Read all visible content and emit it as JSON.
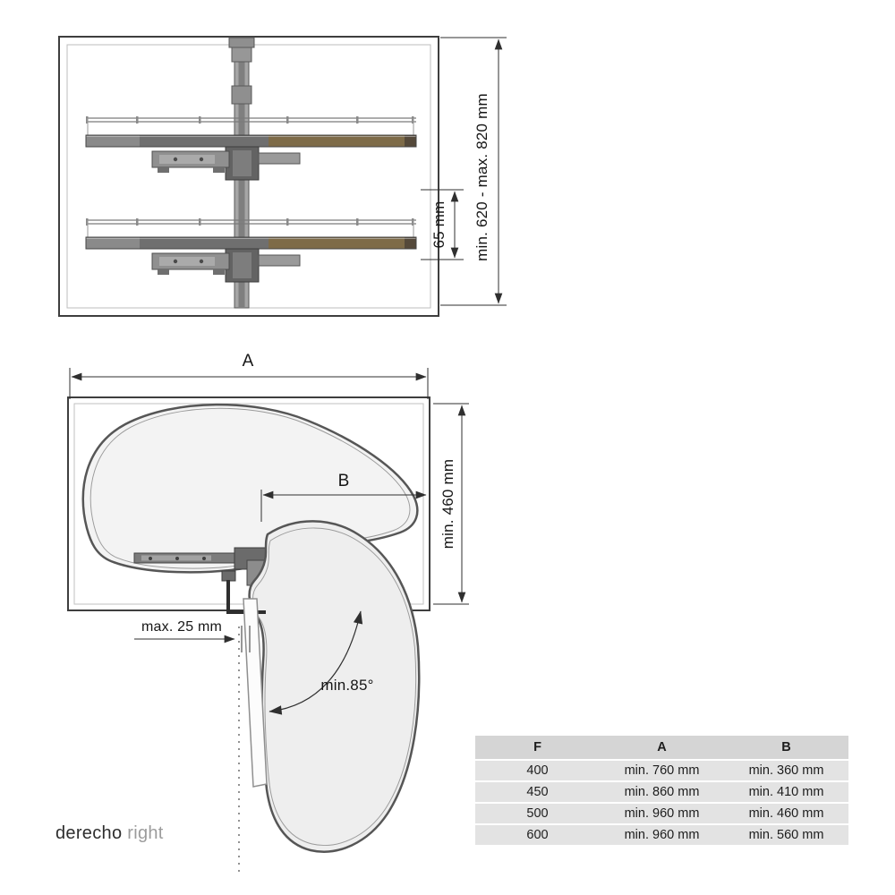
{
  "front_view": {
    "height_dimension": "min. 620 - max. 820 mm",
    "gap_dimension": "65 mm"
  },
  "plan_view": {
    "width_label": "A",
    "inner_width_label": "B",
    "depth_dimension": "min. 460 mm",
    "door_offset_dimension": "max. 25 mm",
    "opening_angle": "min.85°"
  },
  "caption": {
    "variant": "derecho",
    "translation": "right"
  },
  "spec_table": {
    "headers": [
      "F",
      "A",
      "B"
    ],
    "rows": [
      [
        "400",
        "min. 760 mm",
        "min. 360 mm"
      ],
      [
        "450",
        "min. 860 mm",
        "min. 410 mm"
      ],
      [
        "500",
        "min. 960 mm",
        "min. 460 mm"
      ],
      [
        "600",
        "min. 960 mm",
        "min. 560 mm"
      ]
    ]
  }
}
